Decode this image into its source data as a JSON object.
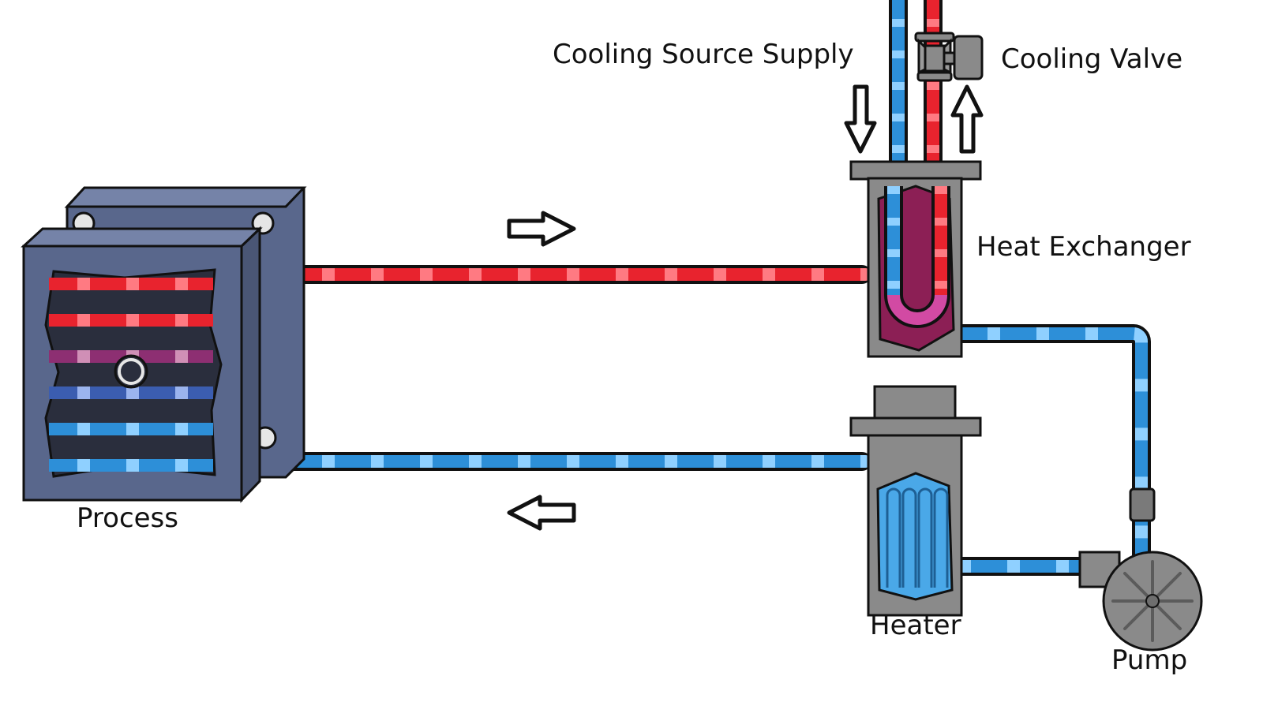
{
  "labels": {
    "cooling_source_supply": "Cooling Source Supply",
    "cooling_valve": "Cooling Valve",
    "heat_exchanger": "Heat Exchanger",
    "process": "Process",
    "heater": "Heater",
    "pump": "Pump"
  },
  "colors": {
    "hot": "#e8232e",
    "hot_light": "#ff7a82",
    "cold": "#2d8fd8",
    "cold_light": "#8fd0ff",
    "equipment_gray": "#8a8a8a",
    "equipment_dark": "#6e6e6e",
    "process_body": "#59678c",
    "process_top": "#7583a8",
    "heat_exchanger_core": "#8c1f55",
    "heater_core": "#4aa8e8",
    "outline": "#111111"
  },
  "icons": [
    "arrow-right-icon",
    "arrow-left-icon",
    "arrow-down-icon",
    "arrow-up-icon"
  ]
}
